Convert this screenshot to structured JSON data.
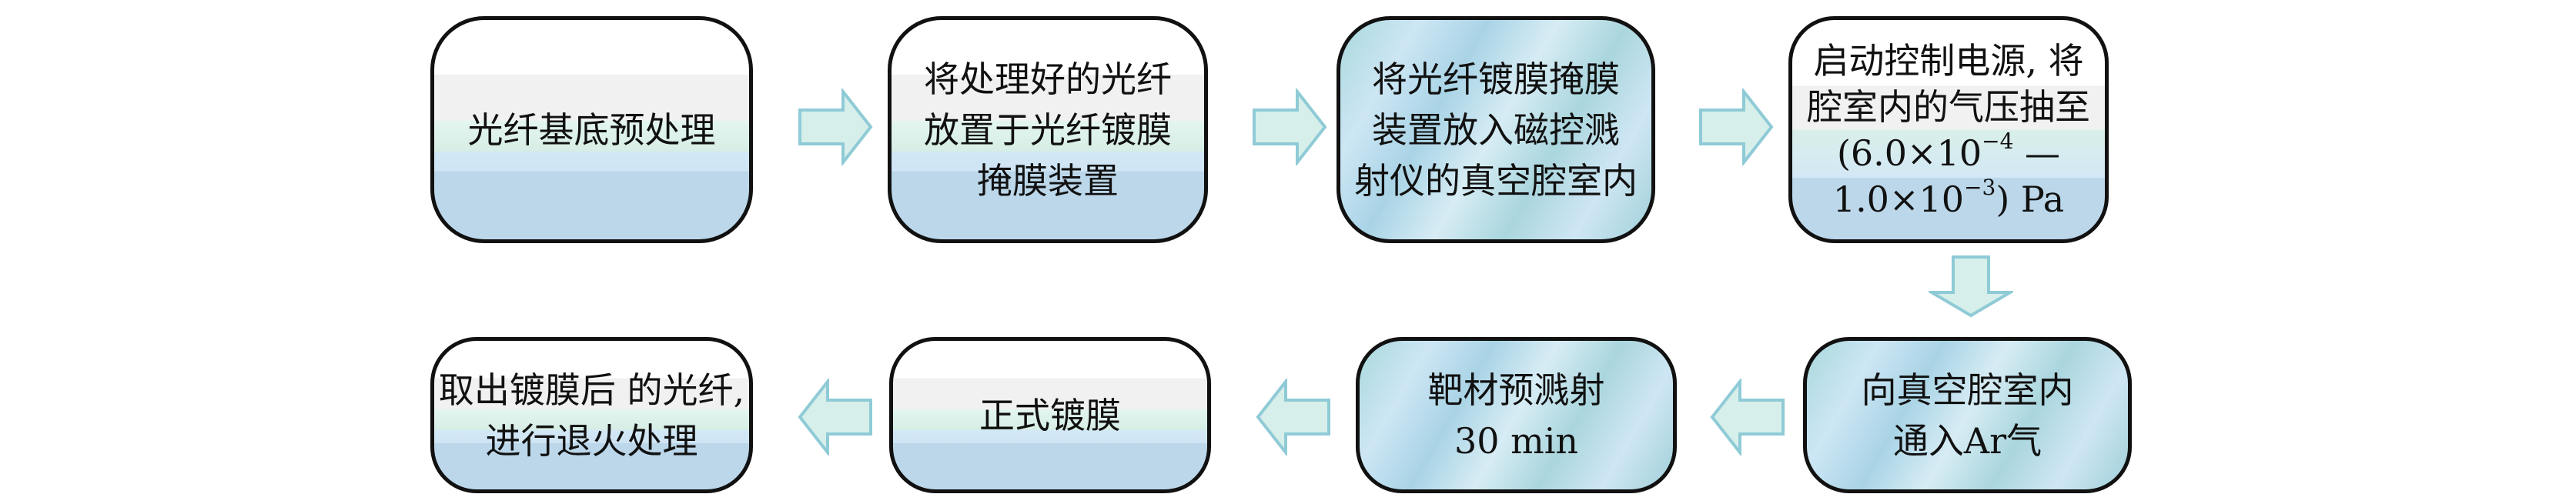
{
  "steps": [
    {
      "text": "光纤基底预处理"
    },
    {
      "text": "将处理好的光纤\n放置于光纤镀膜\n掩膜装置"
    },
    {
      "text": "将光纤镀膜掩膜\n装置放入磁控溅\n射仪的真空腔室内"
    },
    {
      "line1": "启动控制电源, 将",
      "line2": "腔室内的气压抽至",
      "line3a": "(6.0×10",
      "exp1": "−4",
      "line3b": " —",
      "line4a": "1.0×10",
      "exp2": "−3",
      "line4b": ") Pa"
    },
    {
      "text": "向真空腔室内\n通入Ar气"
    },
    {
      "text": "靶材预溅射\n30 min"
    },
    {
      "text": "正式镀膜"
    },
    {
      "text": "取出镀膜后 的光纤,\n进行退火处理"
    }
  ],
  "colors": {
    "arrow_fill": "#d6efea",
    "arrow_stroke": "#8fcbd6",
    "border": "#111111"
  }
}
